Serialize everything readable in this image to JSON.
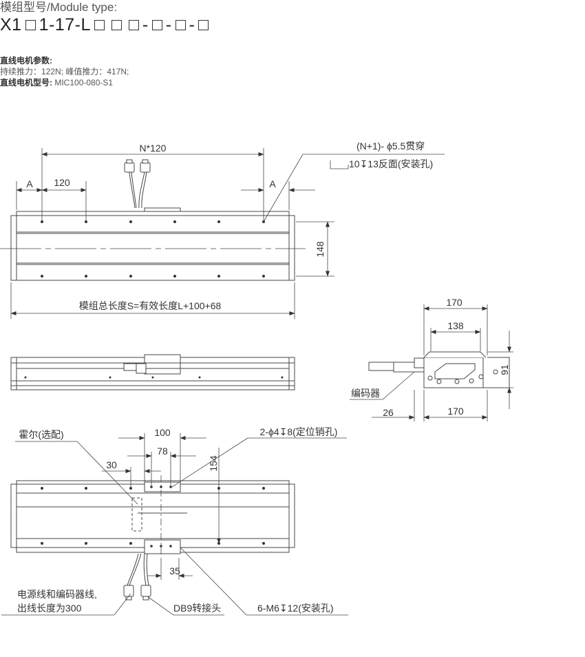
{
  "header": {
    "title": "模组型号/Module type:",
    "model_prefix": "X1",
    "model_mid": "1-17-L",
    "sep1": "-",
    "sep2": "-",
    "sep3": "-"
  },
  "params": {
    "section_label": "直线电机参数:",
    "force_line": "持续推力：122N;  峰值推力：417N;",
    "model_label": "直线电机型号:",
    "model_value": "MIC100-080-S1"
  },
  "top_view": {
    "dim_pitch": "N*120",
    "dim_a_left": "A",
    "dim_120": "120",
    "dim_a_right": "A",
    "dim_148": "148",
    "total_length": "模组总长度S=有效长度L+100+68",
    "hole_note_1": "(N+1)- ϕ5.5贯穿",
    "hole_note_2": "10↧13反面(安装孔)"
  },
  "end_view": {
    "dim_170_top": "170",
    "dim_138": "138",
    "dim_91": "91",
    "encoder_label": "编码器",
    "dim_26": "26",
    "dim_170_bottom": "170"
  },
  "bottom_view": {
    "hall_label": "霍尔(选配)",
    "dim_100": "100",
    "dim_78": "78",
    "dim_30": "30",
    "dim_154": "154",
    "pin_note": "2-ϕ4↧8(定位销孔)",
    "dim_35": "35",
    "cable_note_1": "电源线和编码器线,",
    "cable_note_2": "出线长度为300",
    "db9_label": "DB9转接头",
    "mount_note": "6-M6↧12(安装孔)"
  }
}
